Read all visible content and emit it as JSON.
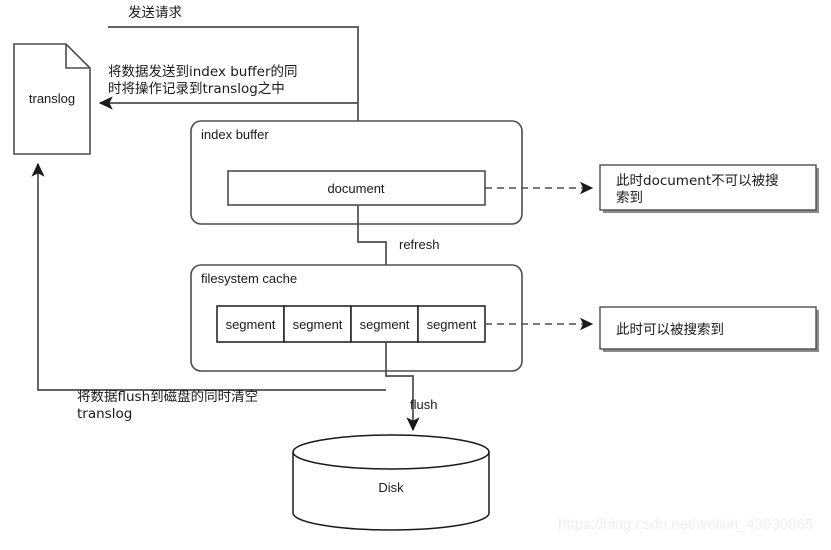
{
  "diagram": {
    "title": "Elasticsearch write path diagram",
    "colors": {
      "stroke": "#4d4d4d",
      "stroke_dark": "#1a1a1a",
      "text": "#1a1a1a",
      "background": "#ffffff",
      "shadow": "#8c8c8c",
      "watermark": "#eceef0"
    },
    "nodes": {
      "translog": {
        "label": "translog",
        "shape": "document"
      },
      "index_buffer": {
        "label": "index buffer",
        "shape": "rounded-rect"
      },
      "document": {
        "label": "document",
        "shape": "rect"
      },
      "filesystem_cache": {
        "label": "filesystem cache",
        "shape": "rounded-rect"
      },
      "segments": [
        {
          "label": "segment"
        },
        {
          "label": "segment"
        },
        {
          "label": "segment"
        },
        {
          "label": "segment"
        }
      ],
      "disk": {
        "label": "Disk",
        "shape": "cylinder"
      }
    },
    "edge_labels": {
      "send_request": "发送请求",
      "to_translog_line1": "将数据发送到index buffer的同",
      "to_translog_line2": "时将操作记录到translog之中",
      "refresh": "refresh",
      "flush": "flush",
      "flush_note_line1": "将数据flush到磁盘的同时清空",
      "flush_note_line2": "translog"
    },
    "annotations": [
      {
        "id": "not-searchable",
        "line1": "此时document不可以被搜",
        "line2": "索到"
      },
      {
        "id": "searchable",
        "line1": "此时可以被搜索到",
        "line2": ""
      }
    ],
    "watermark": "https://blog.csdn.net/weixin_43930865"
  }
}
